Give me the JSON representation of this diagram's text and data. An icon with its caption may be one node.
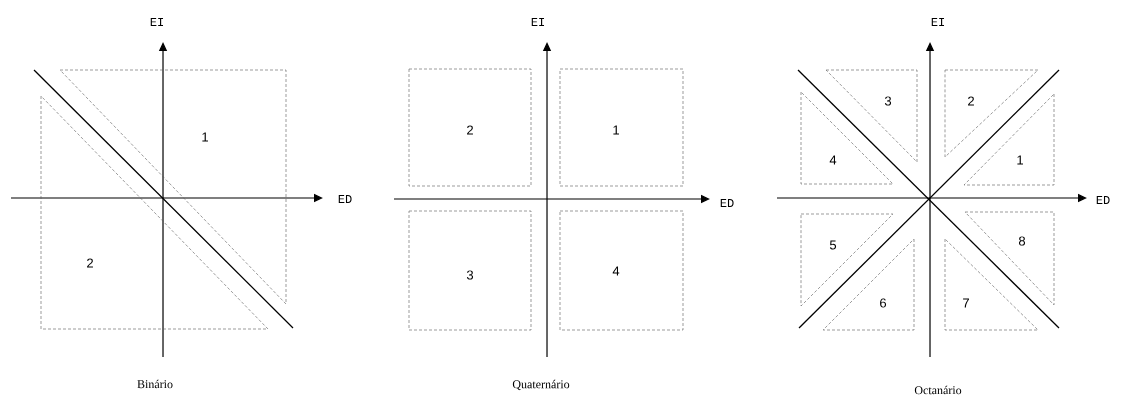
{
  "diagram": {
    "nodes": [
      {
        "text": [
          "1"
        ]
      },
      {
        "text": [
          "2"
        ]
      },
      {
        "text": [
          "2"
        ]
      },
      {
        "text": [
          "1"
        ]
      },
      {
        "text": [
          "3"
        ]
      },
      {
        "text": [
          "4"
        ]
      },
      {
        "text": [
          "3"
        ]
      },
      {
        "text": [
          "2"
        ]
      },
      {
        "text": [
          "4"
        ]
      },
      {
        "text": [
          "1"
        ]
      },
      {
        "text": [
          "5"
        ]
      },
      {
        "text": [
          "8"
        ]
      },
      {
        "text": [
          "6"
        ]
      },
      {
        "text": [
          "7"
        ]
      }
    ],
    "labels": [
      "EI",
      "EI",
      "EI",
      "ED",
      "ED",
      "ED",
      "Binário",
      "Quaternário",
      "Octanário"
    ]
  }
}
